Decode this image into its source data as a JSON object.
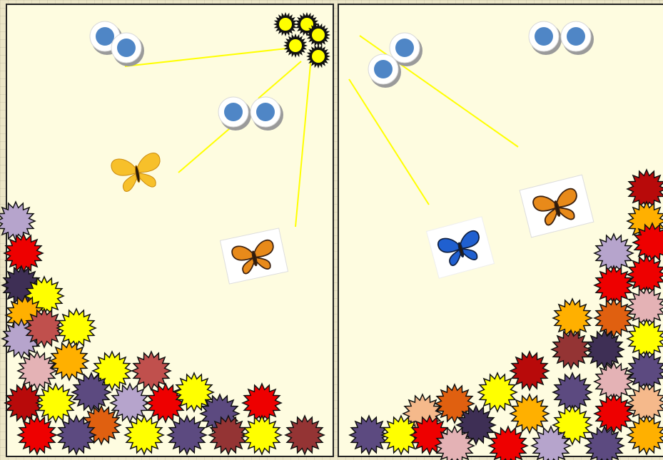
{
  "game": {
    "title": "",
    "colors": {
      "panel_fill": "#fefce0",
      "panel_border": "#222222",
      "line": "#ffff00",
      "eye_blue": "#4f86c6",
      "eye_white": "#ffffff",
      "sun_yellow": "#ffff00"
    },
    "panels": [
      {
        "id": "left",
        "eye_pairs": 2,
        "butterflies": [
          "yellow-butterfly",
          "orange-butterfly"
        ],
        "sun_cluster": true
      },
      {
        "id": "right",
        "eye_pairs": 2,
        "butterflies": [
          "blue-butterfly",
          "orange-butterfly"
        ],
        "sun_cluster": false
      }
    ],
    "flower_palette": {
      "red": "#ee0000",
      "dark_red": "#b80a0a",
      "yellow": "#ffff00",
      "orange": "#ffb000",
      "dark_orange": "#e06010",
      "lavender": "#b6a4cc",
      "purple": "#5c4a80",
      "dark_purple": "#3e2f55",
      "pink": "#e4b2b5",
      "brick": "#c0504d",
      "maroon": "#943434",
      "peach": "#f5b98b"
    }
  }
}
